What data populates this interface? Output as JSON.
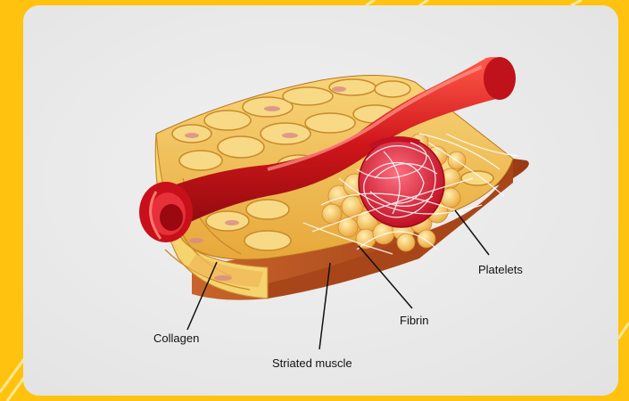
{
  "diagram": {
    "labels": {
      "collagen": "Collagen",
      "striated_muscle": "Striated muscle",
      "fibrin": "Fibrin",
      "platelets": "Platelets"
    },
    "colors": {
      "frame": "#ffc20e",
      "background": "#ebebeb",
      "vessel": "#d0161a",
      "tissue": "#f3c04a",
      "muscle": "#b8541f",
      "clot": "#e02a3a",
      "platelets": "#f7c65a"
    }
  }
}
